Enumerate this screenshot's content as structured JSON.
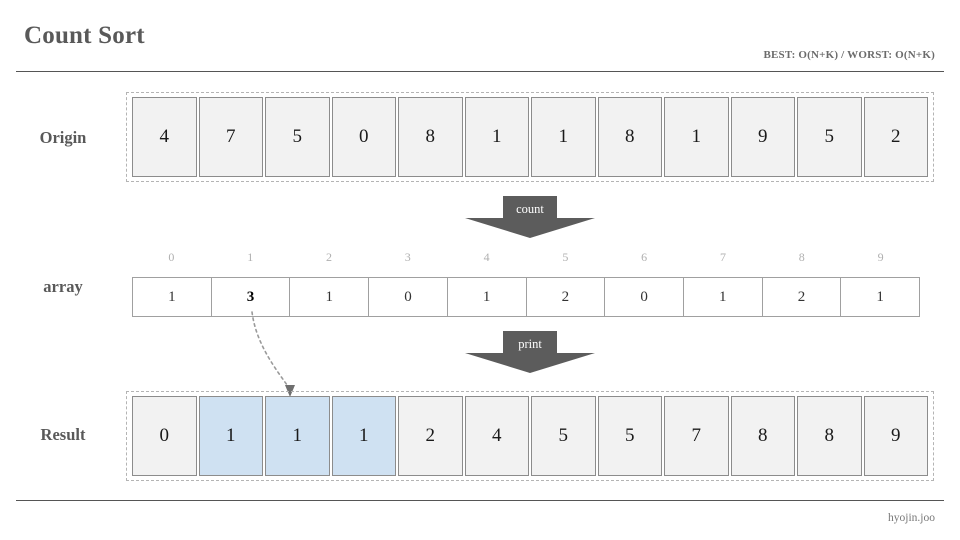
{
  "header": {
    "title": "Count Sort",
    "complexity": "BEST: O(N+K) / WORST: O(N+K)"
  },
  "footer": {
    "credit": "hyojin.joo"
  },
  "rows": {
    "origin": {
      "label": "Origin",
      "values": [
        4,
        7,
        5,
        0,
        8,
        1,
        1,
        8,
        1,
        9,
        5,
        2
      ]
    },
    "count": {
      "label": "array",
      "indices": [
        0,
        1,
        2,
        3,
        4,
        5,
        6,
        7,
        8,
        9
      ],
      "values": [
        1,
        3,
        1,
        0,
        1,
        2,
        0,
        1,
        2,
        1
      ],
      "bold_index": 1
    },
    "result": {
      "label": "Result",
      "values": [
        0,
        1,
        1,
        1,
        2,
        4,
        5,
        5,
        7,
        8,
        8,
        9
      ],
      "highlighted_indices": [
        1,
        2,
        3
      ]
    }
  },
  "arrows": {
    "count_label": "count",
    "print_label": "print"
  },
  "colors": {
    "cell_fill": "#f2f2f2",
    "cell_border": "#8c8c8c",
    "highlight_fill": "#cfe1f2",
    "arrow_fill": "#5c5c5c",
    "title_color": "#595959",
    "index_color": "#b0b0b0"
  },
  "chart_data": {
    "type": "table",
    "title": "Count Sort",
    "series": [
      {
        "name": "Origin",
        "values": [
          4,
          7,
          5,
          0,
          8,
          1,
          1,
          8,
          1,
          9,
          5,
          2
        ]
      },
      {
        "name": "array",
        "values": [
          1,
          3,
          1,
          0,
          1,
          2,
          0,
          1,
          2,
          1
        ]
      },
      {
        "name": "Result",
        "values": [
          0,
          1,
          1,
          1,
          2,
          4,
          5,
          5,
          7,
          8,
          8,
          9
        ]
      }
    ],
    "categories": [
      0,
      1,
      2,
      3,
      4,
      5,
      6,
      7,
      8,
      9
    ]
  }
}
